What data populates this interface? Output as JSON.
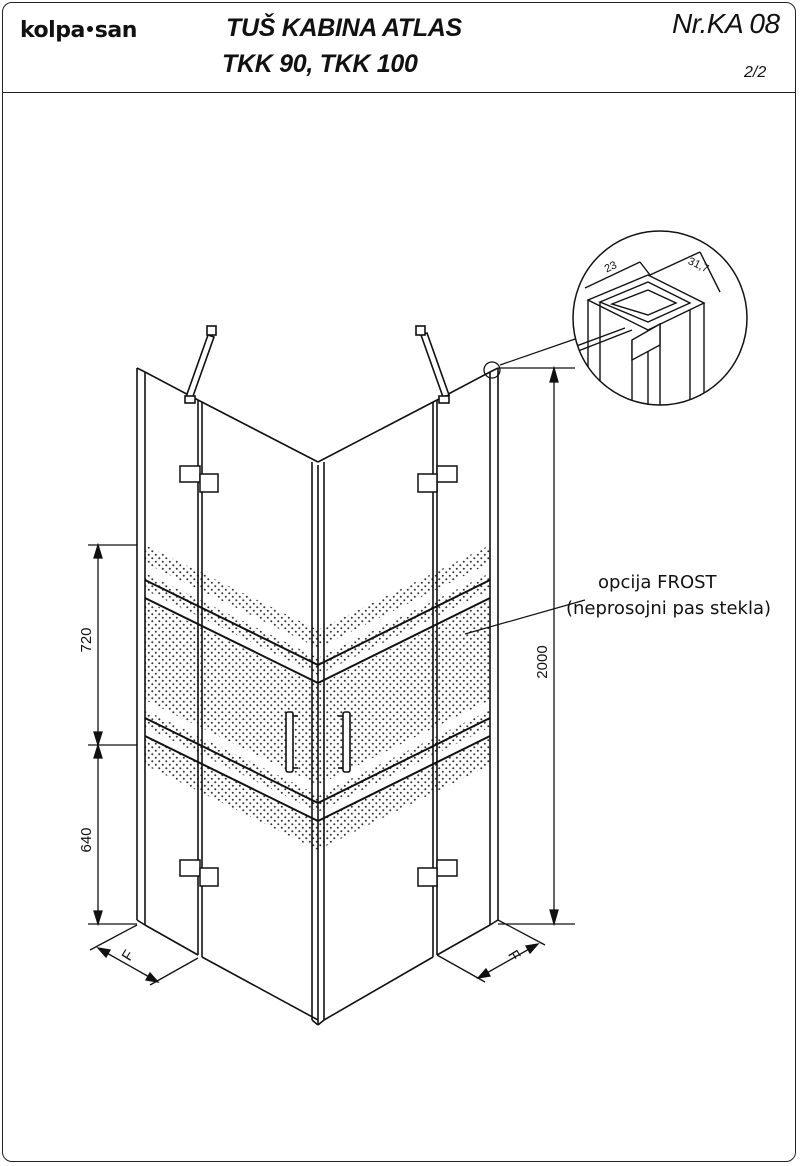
{
  "header": {
    "logo_text_a": "kolpa",
    "logo_text_b": "san",
    "title_line1": "TUŠ KABINA ATLAS",
    "title_line2": "TKK 90, TKK 100",
    "doc_number": "Nr.KA 08",
    "page": "2/2"
  },
  "dimensions": {
    "height_total": "2000",
    "frost_band": "720",
    "lower_part": "640",
    "left_width": "F",
    "right_width": "F",
    "detail_a": "23",
    "detail_b": "31,7"
  },
  "note": {
    "line1": "opcija FROST",
    "line2": "(neprosojni pas stekla)"
  }
}
